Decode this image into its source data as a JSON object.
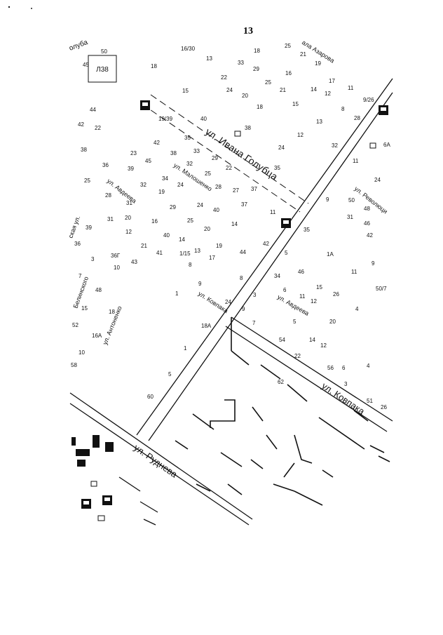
{
  "page": {
    "number": "13"
  },
  "district_label": "Л38",
  "streets": [
    "ул. Ивана Голубца",
    "ул. Малошенко",
    "ул. Авдеева",
    "ул. Ковпака",
    "ул. Ковпака",
    "ул. Руднева",
    "ул. Антоненко",
    "ул. Авдеева",
    "ул. Революци",
    "ала Азарова",
    "олуба",
    "Белинского",
    "ская ул."
  ],
  "house_numbers": [
    "50",
    "45",
    "18",
    "16/30",
    "13",
    "33",
    "18",
    "25",
    "21",
    "19",
    "22",
    "24",
    "29",
    "16",
    "25",
    "21",
    "14",
    "17",
    "11",
    "12",
    "20",
    "18",
    "15",
    "15",
    "9/26",
    "44",
    "42",
    "22",
    "19/39",
    "40",
    "38",
    "13",
    "8",
    "28",
    "35",
    "12",
    "32",
    "38",
    "23",
    "45",
    "42",
    "38",
    "33",
    "29",
    "24",
    "6A",
    "36",
    "39",
    "34",
    "25",
    "22",
    "35",
    "11",
    "24",
    "25",
    "32",
    "32",
    "28",
    "19",
    "27",
    "37",
    "28",
    "24",
    "31",
    "29",
    "24",
    "40",
    "37",
    "11",
    "9",
    "50",
    "48",
    "31",
    "20",
    "16",
    "25",
    "20",
    "14",
    "31",
    "46",
    "39",
    "12",
    "35",
    "42",
    "40",
    "36",
    "21",
    "14",
    "42",
    "41",
    "1/15",
    "13",
    "19",
    "44",
    "5",
    "36Г",
    "43",
    "17",
    "3",
    "1A",
    "8",
    "34",
    "46",
    "10",
    "11",
    "9",
    "7",
    "9",
    "8",
    "6",
    "15",
    "1",
    "48",
    "26",
    "11",
    "12",
    "3",
    "50/7",
    "24",
    "9",
    "15",
    "18",
    "4",
    "18A",
    "7",
    "5",
    "52",
    "16A",
    "20",
    "54",
    "14",
    "12",
    "1",
    "22",
    "10",
    "5",
    "56",
    "6",
    "4",
    "58",
    "3",
    "62",
    "60",
    "51",
    "26"
  ]
}
